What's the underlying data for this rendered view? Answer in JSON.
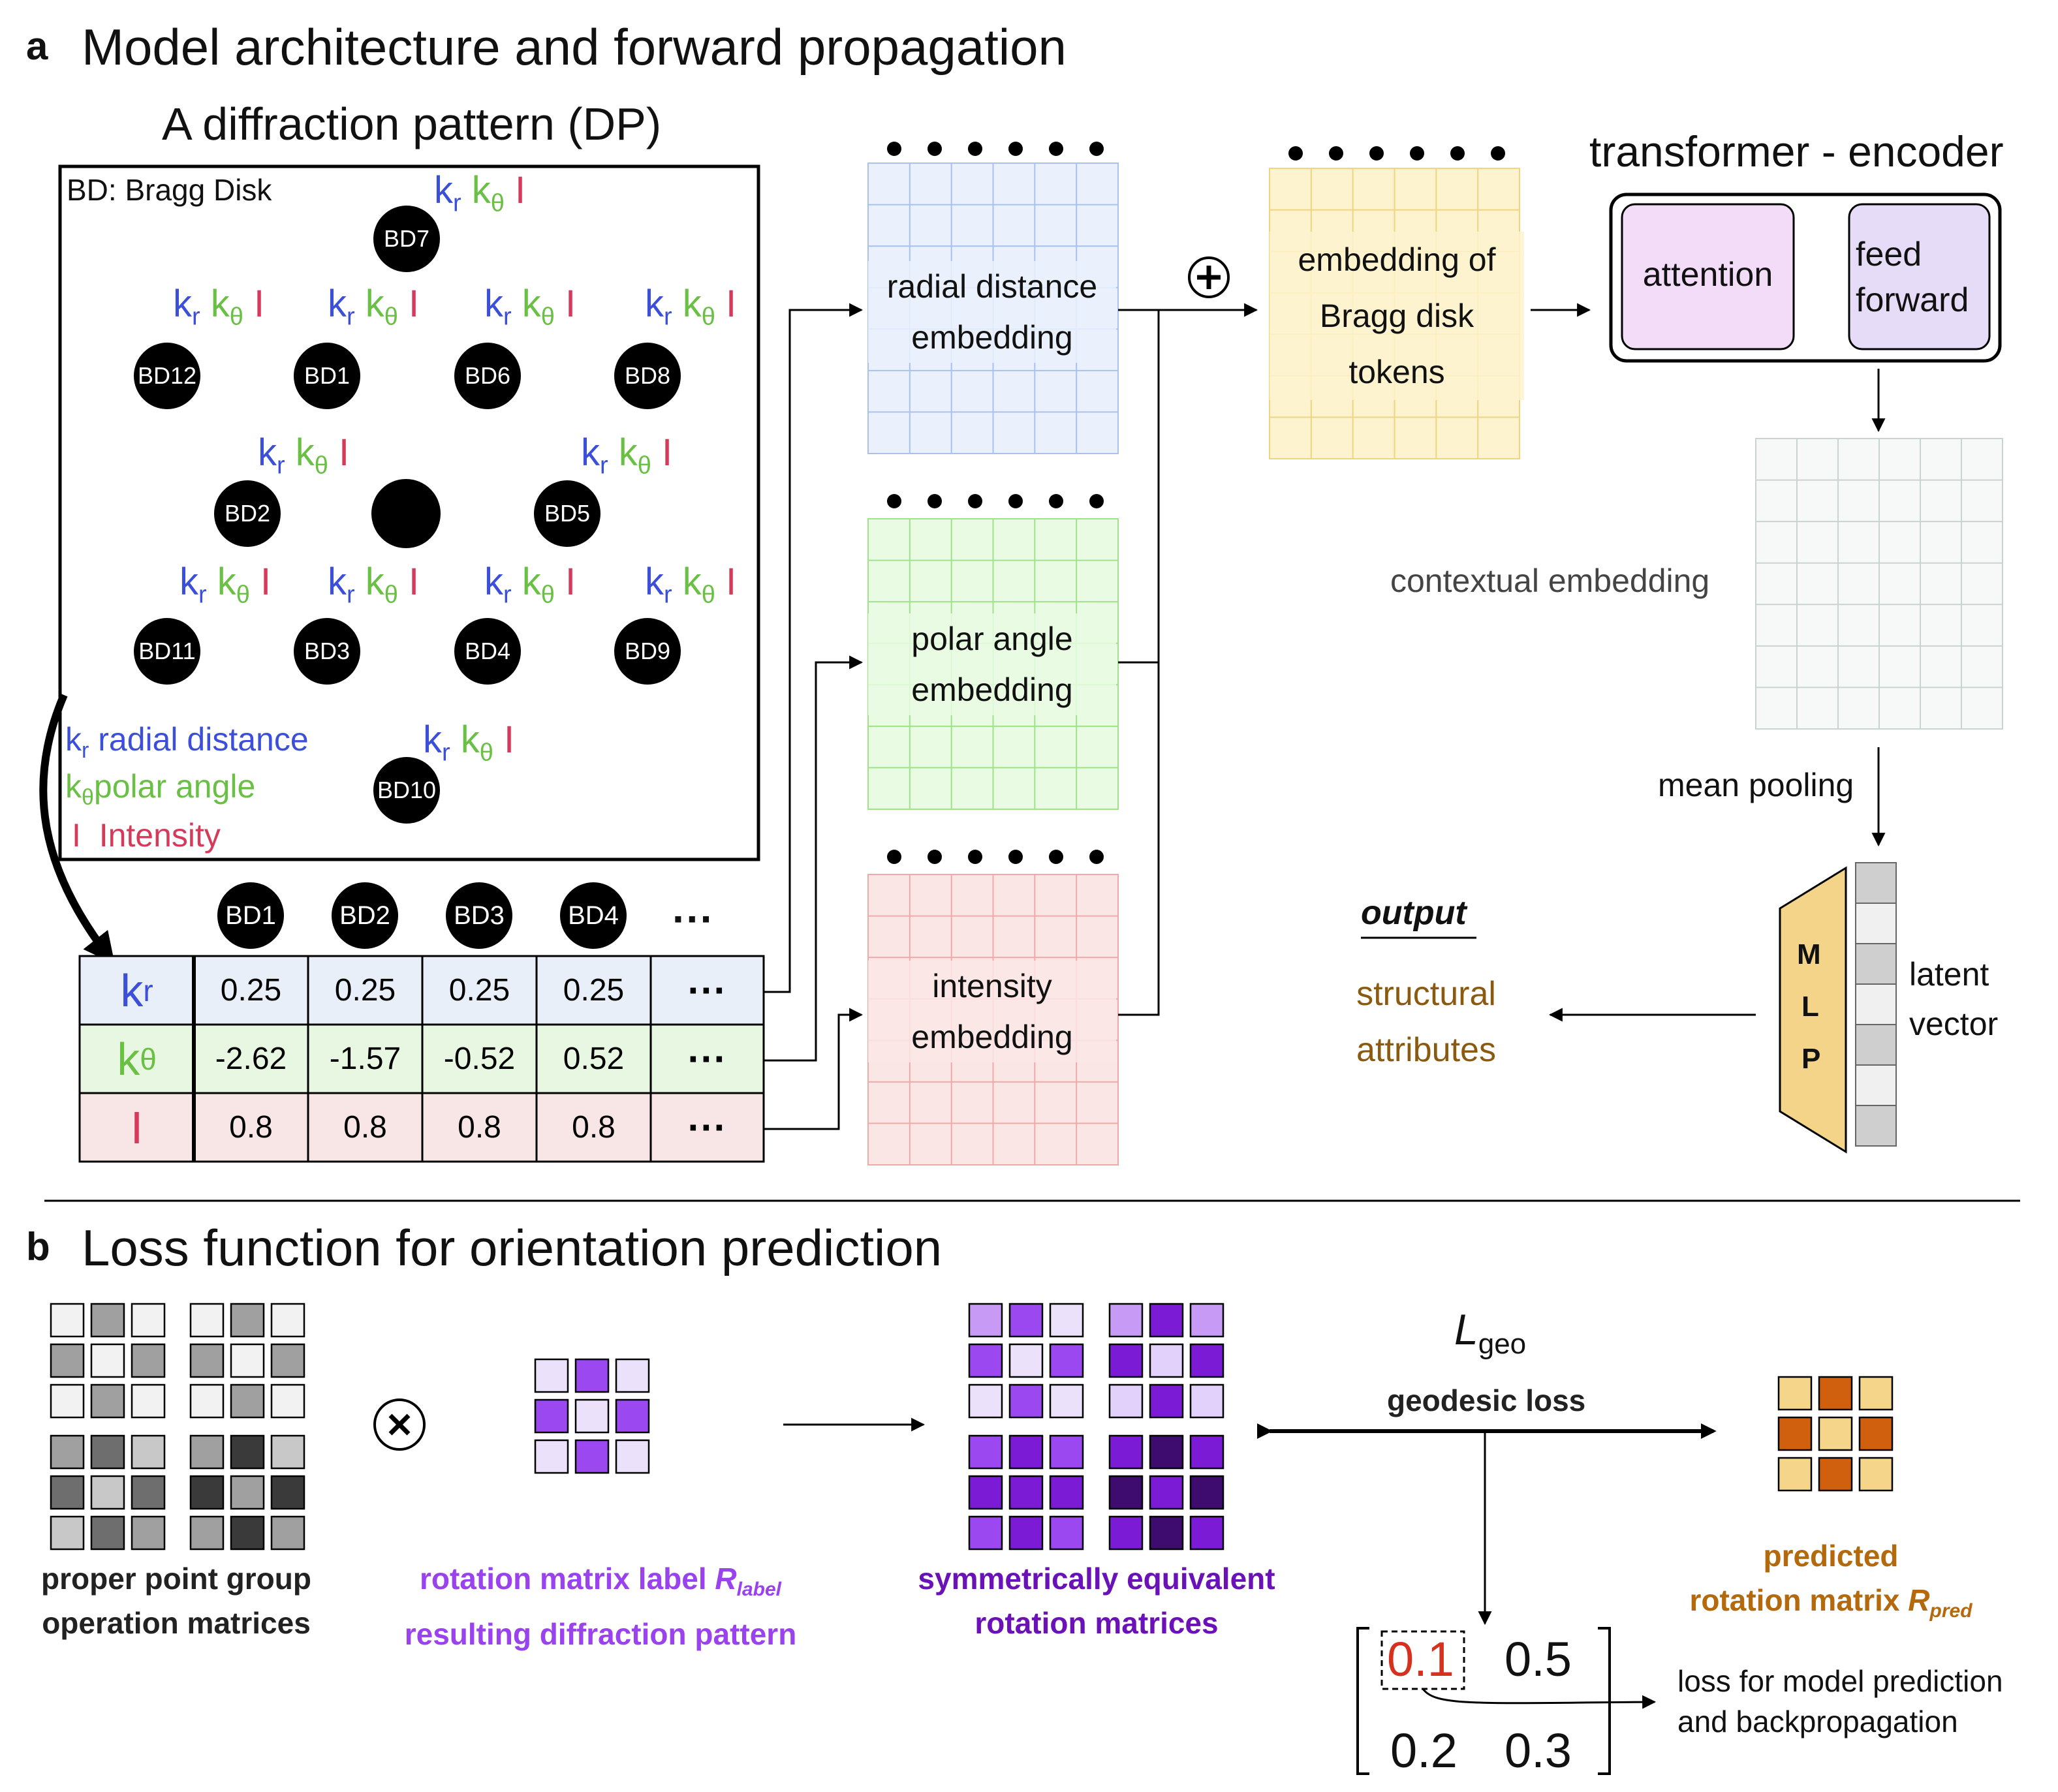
{
  "panel_a": {
    "letter": "a",
    "title": "Model architecture and forward propagation",
    "dp_title": "A diffraction pattern (DP)",
    "dp_legend_title": "BD: Bragg Disk",
    "symbols": {
      "kr": "k",
      "kr_sub": "r",
      "kt": "k",
      "kt_sub": "θ",
      "ki": "I"
    },
    "bragg_disks": [
      "BD7",
      "BD12",
      "BD1",
      "BD6",
      "BD8",
      "BD2",
      "BD5",
      "BD11",
      "BD3",
      "BD4",
      "BD9",
      "BD10"
    ],
    "legend": {
      "kr_label": "radial distance",
      "kt_label": "polar angle",
      "ki_label": "Intensity"
    },
    "table": {
      "headers": [
        "BD1",
        "BD2",
        "BD3",
        "BD4"
      ],
      "ellipsis": "···",
      "rows": [
        {
          "values": [
            "0.25",
            "0.25",
            "0.25",
            "0.25"
          ]
        },
        {
          "values": [
            "-2.62",
            "-1.57",
            "-0.52",
            "0.52"
          ]
        },
        {
          "values": [
            "0.8",
            "0.8",
            "0.8",
            "0.8"
          ]
        }
      ]
    },
    "embeddings": {
      "radial": [
        "radial distance",
        "embedding"
      ],
      "polar": [
        "polar angle",
        "embedding"
      ],
      "intensity": [
        "intensity",
        "embedding"
      ],
      "tokens": [
        "embedding of",
        "Bragg disk",
        "tokens"
      ]
    },
    "plus_symbol": "+",
    "transformer": {
      "title": "transformer - encoder",
      "attention": "attention",
      "feed_forward": [
        "feed",
        "forward"
      ]
    },
    "contextual_embedding": "contextual embedding",
    "mean_pooling": "mean pooling",
    "mlp_letters": [
      "M",
      "L",
      "P"
    ],
    "latent_vector": [
      "latent",
      "vector"
    ],
    "output_label": "output",
    "structural_attributes": [
      "structural",
      "attributes"
    ],
    "colors": {
      "radial_fill": "#eaf1fc",
      "radial_line": "#a9c1ee",
      "polar_fill": "#e9fbe3",
      "polar_line": "#9fe28a",
      "intensity_fill": "#fbe6e6",
      "intensity_line": "#f0a9a9",
      "tokens_fill": "#fdf3cf",
      "tokens_line": "#efd57c",
      "attention_fill": "#f3dcf8",
      "ff_fill": "#e7dcf8",
      "mlp_fill": "#f3d488"
    }
  },
  "panel_b": {
    "letter": "b",
    "title": "Loss function for orientation prediction",
    "times_symbol": "×",
    "caption_ops": [
      "proper point group",
      "operation matrices"
    ],
    "caption_label_line1": "rotation matrix label ",
    "caption_label_R": "R",
    "caption_label_sub": "label",
    "caption_label_line2": "resulting diffraction pattern",
    "caption_sym": [
      "symmetrically equivalent",
      "rotation matrices"
    ],
    "lgeo_L": "L",
    "lgeo_sub": "geo",
    "geodesic_loss": "geodesic loss",
    "caption_pred_line1": "predicted",
    "caption_pred_line2": "rotation matrix ",
    "caption_pred_R": "R",
    "caption_pred_sub": "pred",
    "loss_matrix": [
      "0.1",
      "0.5",
      "0.2",
      "0.3"
    ],
    "loss_note": [
      "loss for model prediction",
      "and backpropagation"
    ]
  }
}
